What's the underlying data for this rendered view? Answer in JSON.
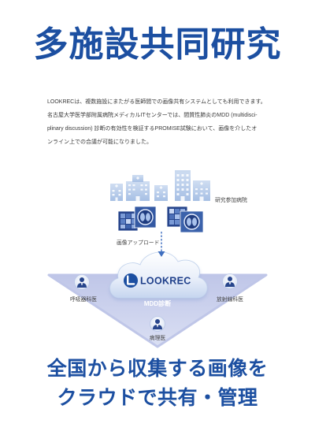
{
  "page": {
    "title": "多施設共同研究",
    "intro_lines": [
      "LOOKRECは、複数施設にまたがる医師間での画像共有システムとしても利用できます。",
      "名古屋大学医学部附属病院メディカルITセンターでは、間質性肺炎のMDD (multidisci-",
      "plinary discussion) 診断の有効性を検証するPROMISE試験において、画像を介したオ",
      "ンライン上での合議が可能になりました。"
    ],
    "tagline_lines": [
      "全国から収集する画像を",
      "クラウドで共有・管理"
    ]
  },
  "diagram": {
    "hospitals": {
      "label": "研究参加病院",
      "icon": "hospital-building-icon"
    },
    "upload": {
      "label": "画像アップロード",
      "image_icon": "medical-image-icon",
      "arrow_icon": "upload-arrow-icon"
    },
    "cloud": {
      "icon": "cloud-icon",
      "logo_icon": "lookrec-logo-icon",
      "logo_text": "LOOKREC"
    },
    "center_label": "MDD診断",
    "roles": [
      {
        "label": "呼吸器科医",
        "icon": "doctor-icon"
      },
      {
        "label": "放射線科医",
        "icon": "doctor-icon"
      },
      {
        "label": "病理医",
        "icon": "doctor-icon"
      }
    ]
  },
  "colors": {
    "title": "#1c4fa1",
    "body_text": "#3a3a3a",
    "label": "#444444",
    "icon_light_blue": "#a6bfe4",
    "icon_navy": "#27458c",
    "triangle": "#bfc6e8",
    "arrow": "#3f6fc0",
    "logo": "#1e3f8a"
  }
}
